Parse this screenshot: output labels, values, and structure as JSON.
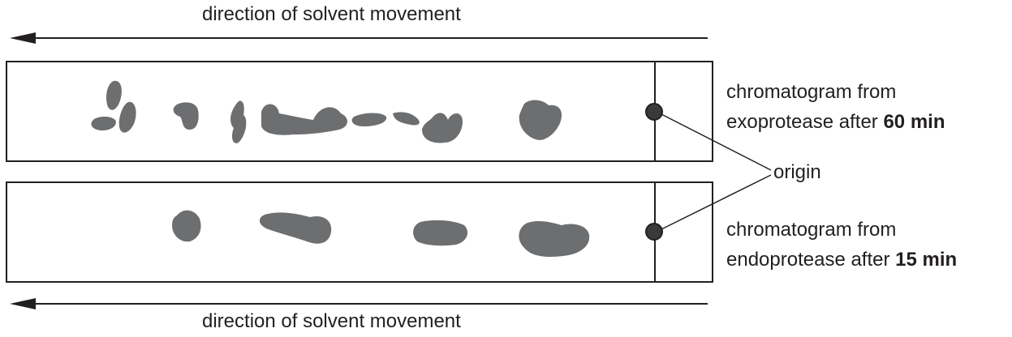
{
  "labels": {
    "top_arrow": "direction of solvent movement",
    "bottom_arrow": "direction of solvent movement",
    "top_chromatogram": {
      "line1": "chromatogram from",
      "line2_prefix": "exoprotease after ",
      "line2_bold": "60 min"
    },
    "bottom_chromatogram": {
      "line1": "chromatogram from",
      "line2_prefix": "endoprotease after ",
      "line2_bold": "15 min"
    },
    "origin": "origin"
  },
  "colors": {
    "ink": "#231f20",
    "spot": "#6d6e70",
    "origin_dot": "#3a3a3a"
  }
}
